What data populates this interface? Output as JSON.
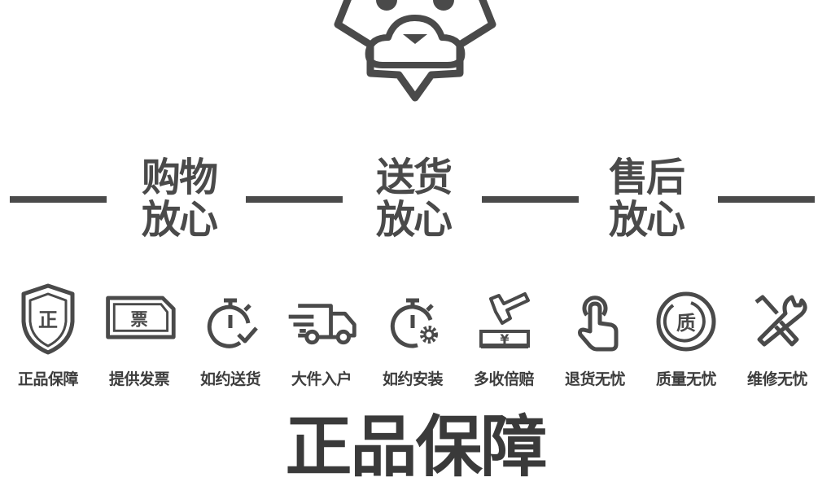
{
  "headings": [
    {
      "line1": "购物",
      "line2": "放心"
    },
    {
      "line1": "送货",
      "line2": "放心"
    },
    {
      "line1": "售后",
      "line2": "放心"
    }
  ],
  "features": [
    {
      "icon": "shield-icon",
      "glyph": "正",
      "label": "正品保障"
    },
    {
      "icon": "invoice-icon",
      "glyph": "票",
      "label": "提供发票"
    },
    {
      "icon": "stopwatch-check-icon",
      "label": "如约送货"
    },
    {
      "icon": "truck-icon",
      "label": "大件入户"
    },
    {
      "icon": "stopwatch-gear-icon",
      "label": "如约安装"
    },
    {
      "icon": "gavel-money-icon",
      "glyph": "¥",
      "label": "多收倍赔"
    },
    {
      "icon": "hand-tap-icon",
      "label": "退货无忧"
    },
    {
      "icon": "quality-seal-icon",
      "glyph": "质",
      "label": "质量无忧"
    },
    {
      "icon": "tools-icon",
      "label": "维修无忧"
    }
  ],
  "section_title": "正品保障",
  "colors": {
    "ink": "#4a4a4a",
    "background": "#ffffff"
  }
}
